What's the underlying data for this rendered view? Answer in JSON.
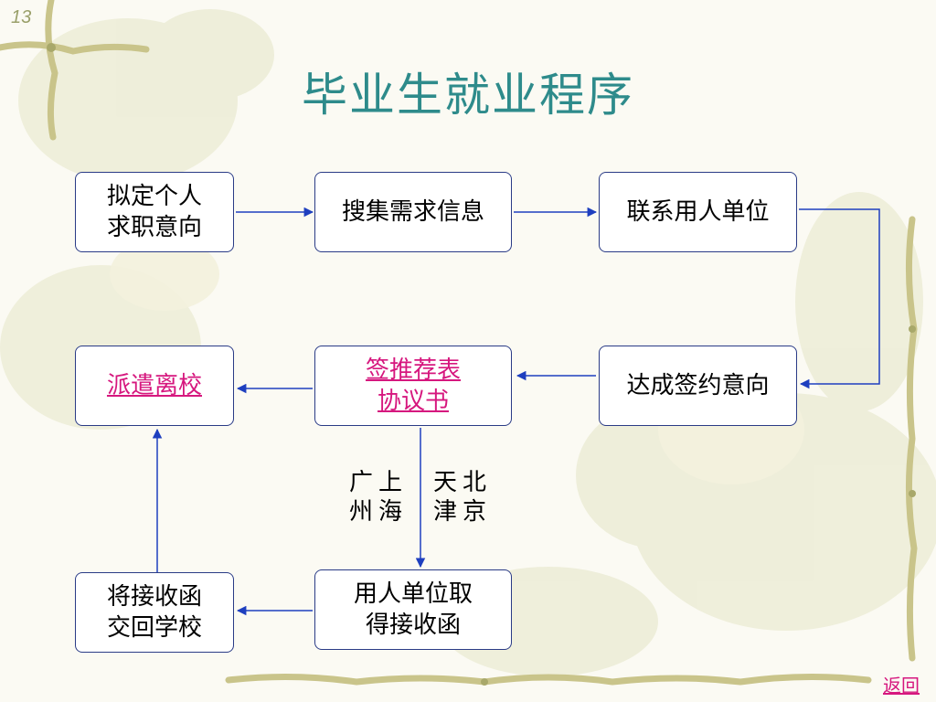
{
  "slide": {
    "number": "13",
    "title": "毕业生就业程序"
  },
  "steps": {
    "intent": "拟定个人\n求职意向",
    "collect": "搜集需求信息",
    "contact": "联系用人单位",
    "agree": "达成签约意向",
    "sign": "签推荐表\n协议书",
    "dispatch": "派遣离校",
    "receive": "用人单位取\n得接收函",
    "return": "将接收函\n交回学校"
  },
  "cities": {
    "left": "广上\n州海",
    "right": "天北\n津京"
  },
  "nav": {
    "back": "返回"
  },
  "colors": {
    "title": "#2e8b8b",
    "box_border": "#2a3b86",
    "arrow": "#1e3fbf",
    "link": "#d6177e"
  }
}
